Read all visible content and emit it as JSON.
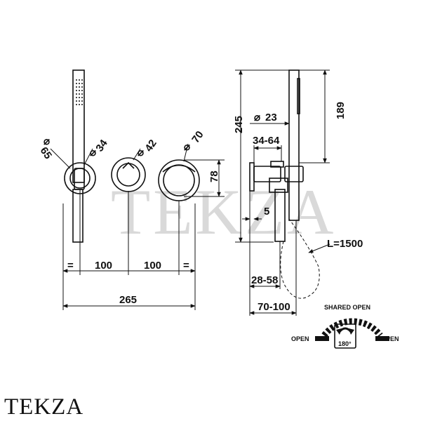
{
  "watermark": "TEKZA",
  "brand": "TEKZA",
  "front_view": {
    "dia_65": "65",
    "dia_34": "34",
    "dia_42": "42",
    "dia_70": "70",
    "height_78": "78",
    "equal_left": "=",
    "equal_right": "=",
    "spacing_1": "100",
    "spacing_2": "100",
    "total_width": "265"
  },
  "side_view": {
    "height_245": "245",
    "height_189": "189",
    "dia_23": "23",
    "range_34_64": "34-64",
    "depth_5": "5",
    "hose_length": "L=1500",
    "range_28_58": "28-58",
    "range_70_100": "70-100"
  },
  "handle_legend": {
    "shared_open": "SHARED OPEN",
    "open_left": "OPEN",
    "open_right": "OPEN",
    "rotation": "180°"
  }
}
